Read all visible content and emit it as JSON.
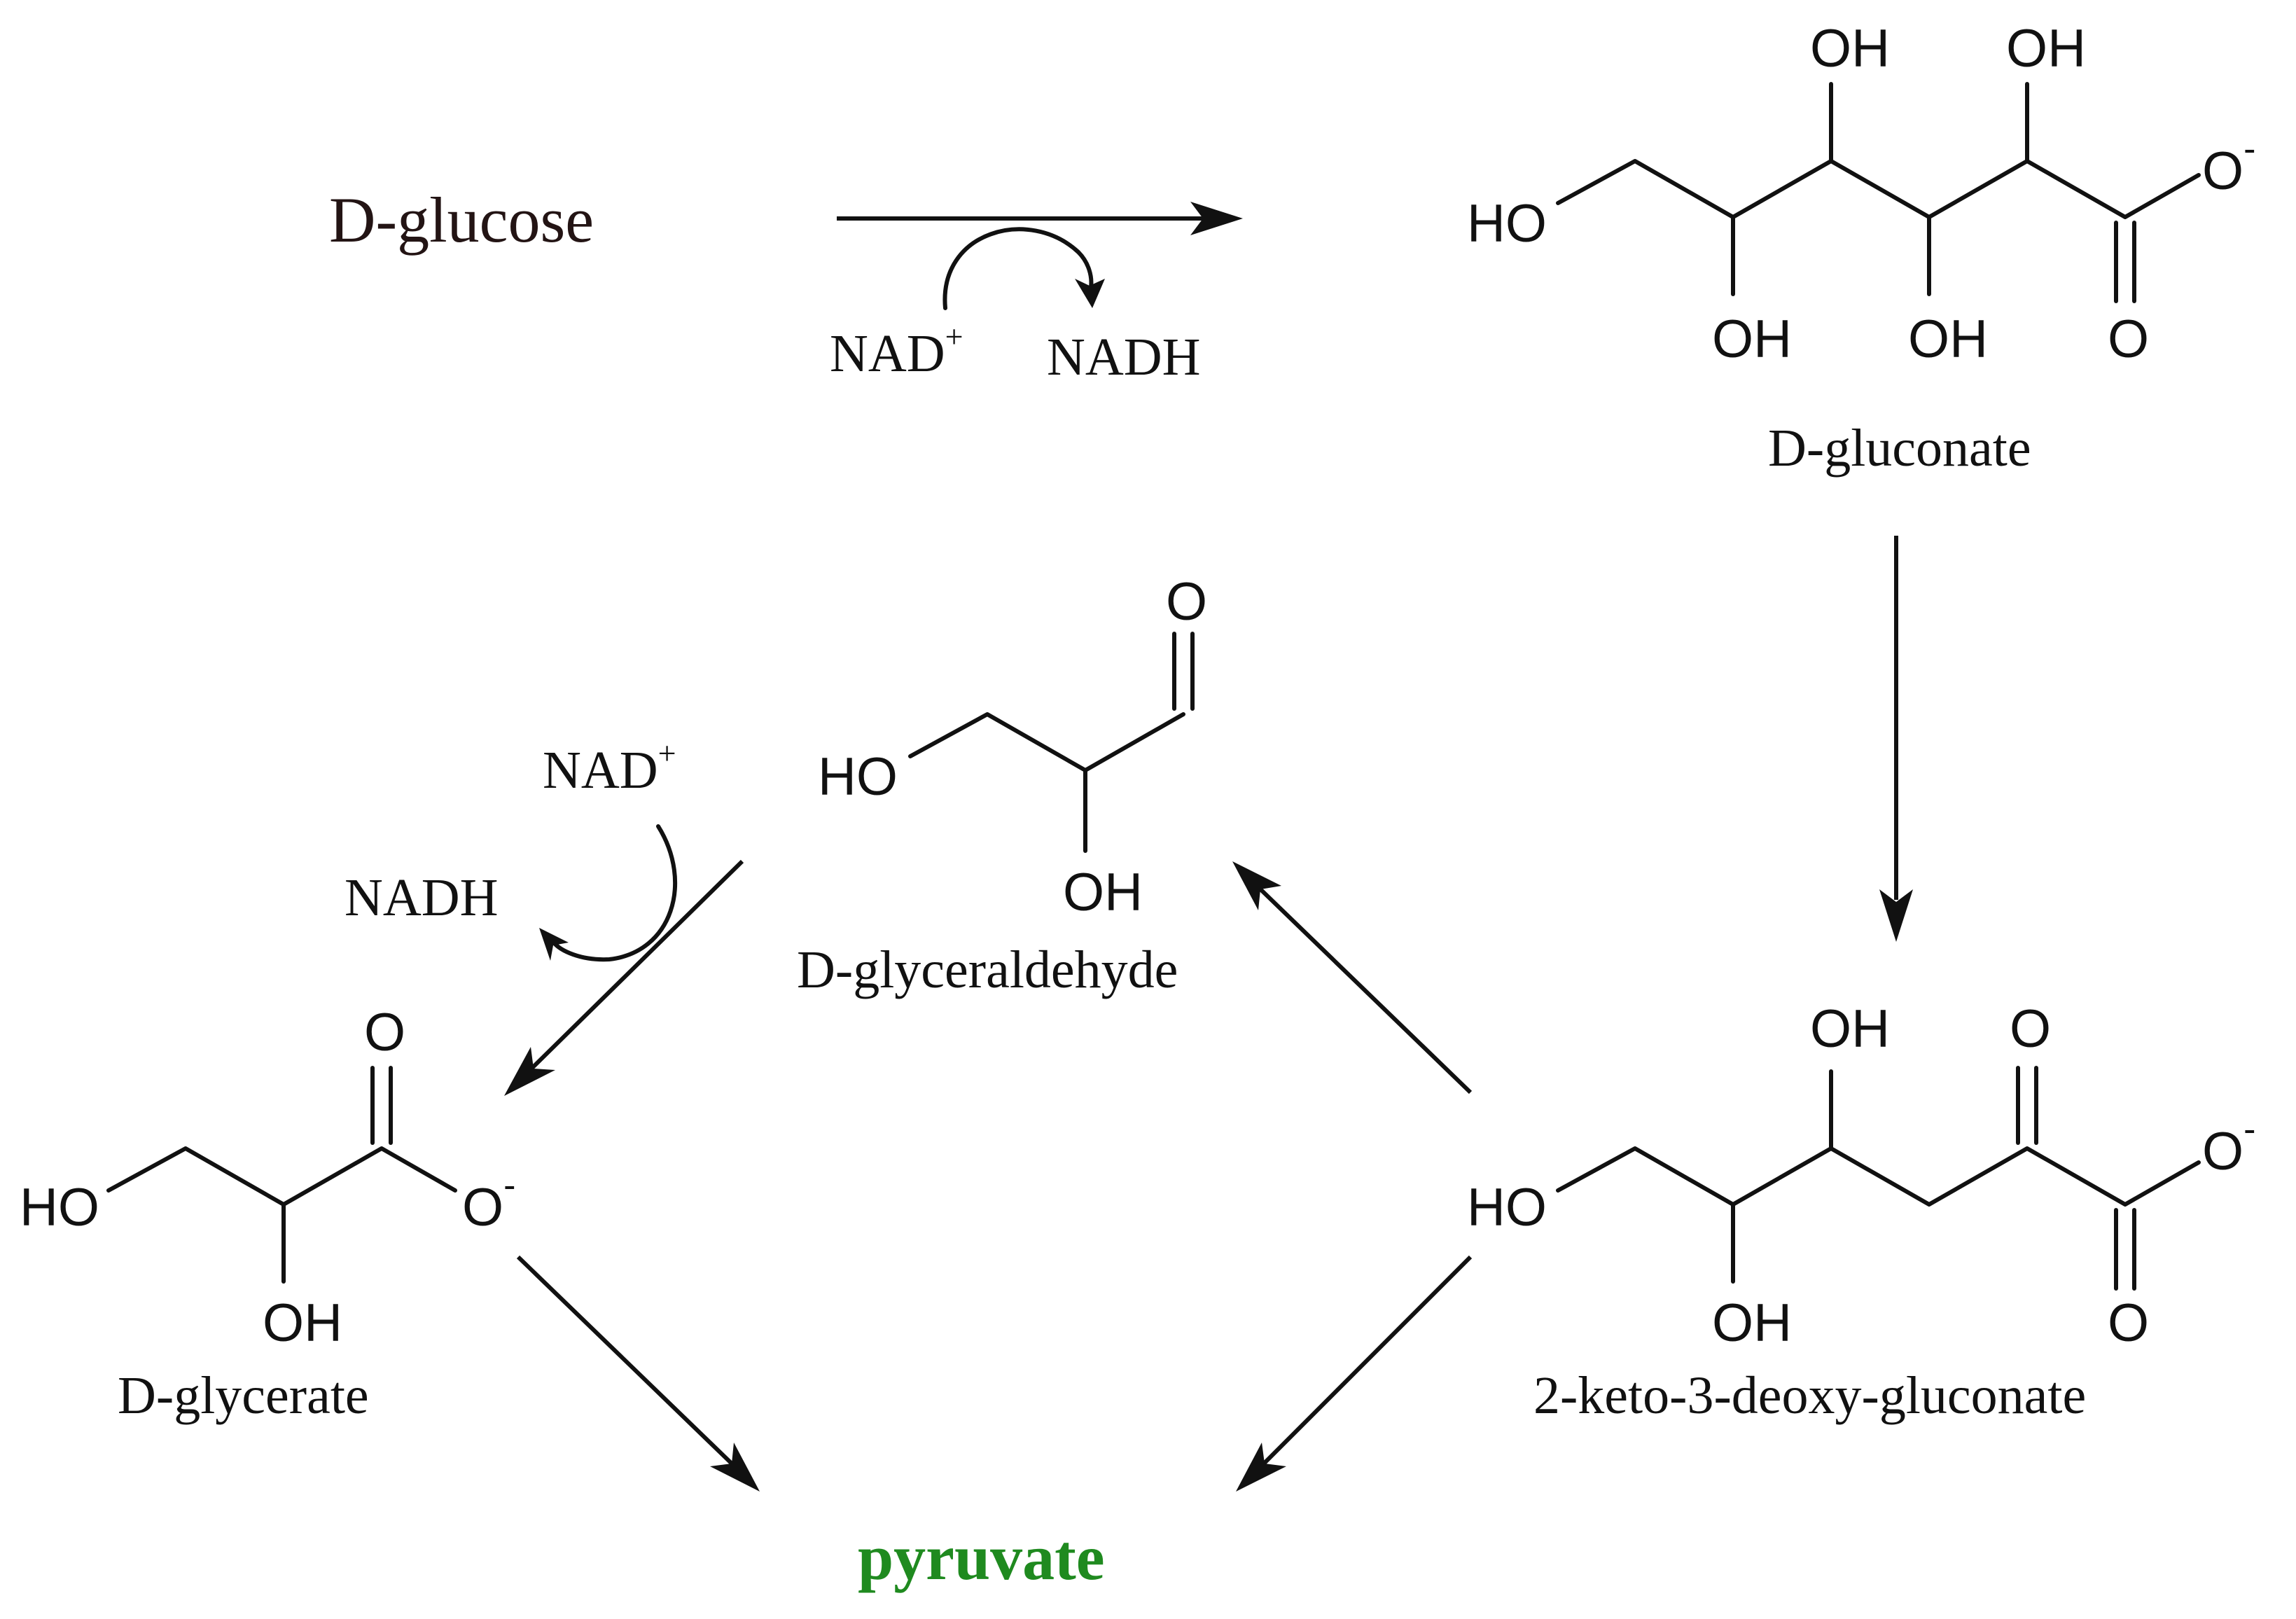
{
  "compounds": {
    "glucose": "D-glucose",
    "gluconate": "D-gluconate",
    "glyceraldehyde": "D-glyceraldehyde",
    "glycerate": "D-glycerate",
    "kdg": "2-keto-3-deoxy-gluconate",
    "pyruvate": "pyruvate"
  },
  "cofactors": {
    "top_nad": "NAD",
    "top_nad_charge": "+",
    "top_nadh": "NADH",
    "left_nad": "NAD",
    "left_nad_charge": "+",
    "left_nadh": "NADH"
  },
  "atoms": {
    "ho": "HO",
    "oh": "OH",
    "o": "O",
    "minus": "-"
  },
  "colors": {
    "pyruvate": "#1f8a1f",
    "glucose": "#231414",
    "ink": "#111111"
  }
}
